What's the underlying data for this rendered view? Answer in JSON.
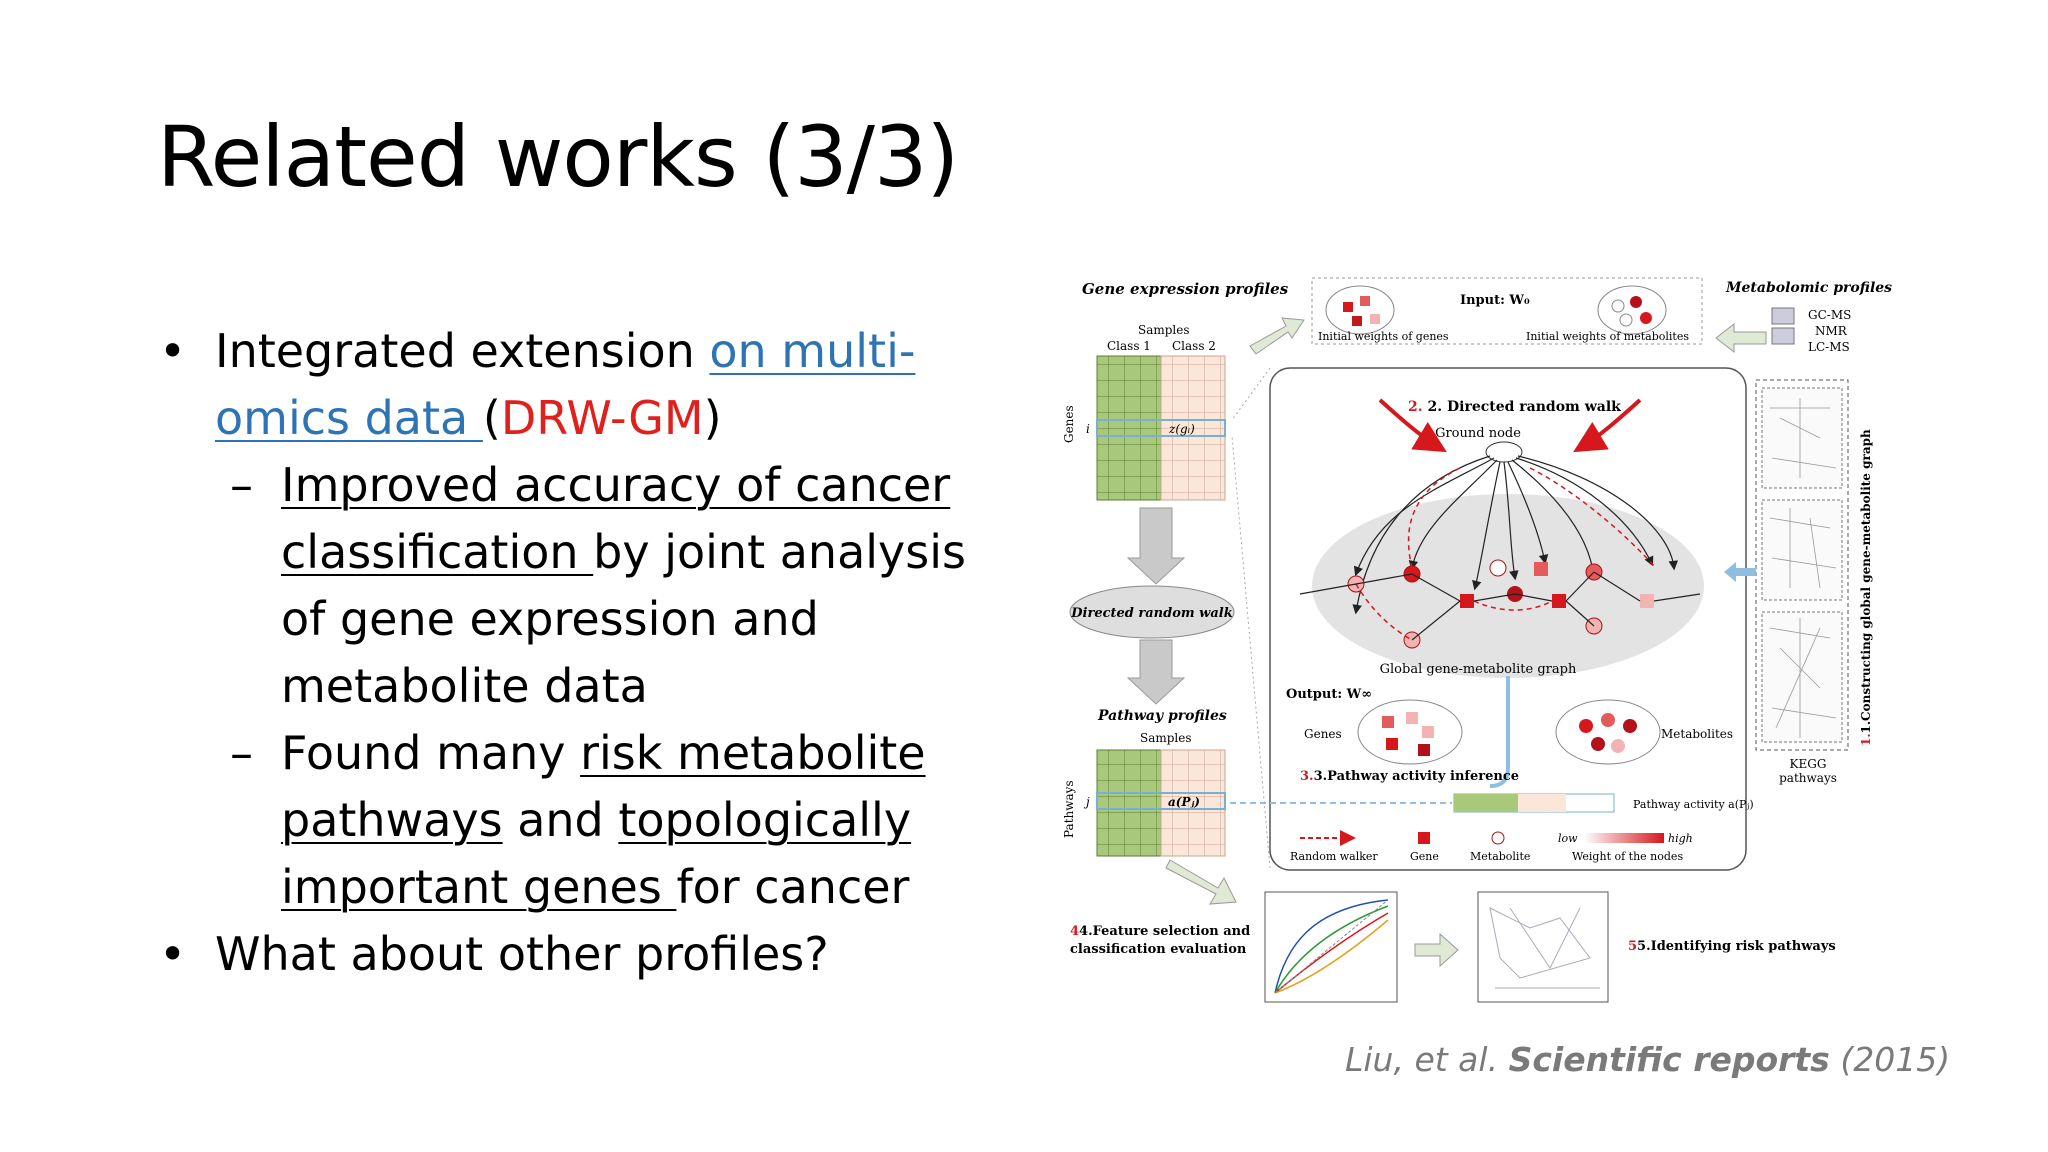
{
  "slide": {
    "title": "Related works (3/3)",
    "bullets": {
      "b1_prefix": "Integrated extension ",
      "b1_link_line1": "on multi-",
      "b1_link_line2": "omics data ",
      "b1_paren_open": "(",
      "b1_method": "DRW-GM",
      "b1_paren_close": ")",
      "sub1_underlined_1": "Improved accuracy of cancer",
      "sub1_underlined_2": "classification ",
      "sub1_rest_1": "by joint analysis",
      "sub1_rest_2": "of gene expression and",
      "sub1_rest_3": "metabolite data",
      "sub2_prefix": "Found many ",
      "sub2_ul_1": "risk metabolite",
      "sub2_ul_2": "pathways",
      "sub2_mid": " and ",
      "sub2_ul_3": "topologically",
      "sub2_ul_4": "important genes ",
      "sub2_rest": "for cancer",
      "b2": "What about other profiles?"
    },
    "citation": {
      "authors": "Liu, et al. ",
      "journal": "Scientific reports",
      "year": " (2015)"
    }
  },
  "figure": {
    "gene_expression_profiles": "Gene expression profiles",
    "samples": "Samples",
    "class1": "Class 1",
    "class2": "Class 2",
    "genes_axis": "Genes",
    "i_label": "i",
    "zg_label": "z(gᵢ)",
    "input_label": "Input: W₀",
    "initial_weights_genes": "Initial weights of genes",
    "initial_weights_metabolites": "Initial weights of metabolites",
    "metabolomic_profiles": "Metabolomic profiles",
    "gc_ms": "GC-MS",
    "nmr": "NMR",
    "lc_ms": "LC-MS",
    "step2": "2. Directed random walk",
    "ground_node": "Ground node",
    "global_graph": "Global gene-metabolite graph",
    "directed_random_walk": "Directed random walk",
    "output_label": "Output: W∞",
    "genes": "Genes",
    "metabolites": "Metabolites",
    "pathway_profiles": "Pathway profiles",
    "samples2": "Samples",
    "pathways_axis": "Pathways",
    "j_label": "j",
    "ap_label": "a(Pⱼ)",
    "step3": "3.Pathway activity inference",
    "pathway_activity": "Pathway activity a(Pⱼ)",
    "low": "low",
    "high": "high",
    "legend_random_walker": "Random walker",
    "legend_gene": "Gene",
    "legend_metabolite": "Metabolite",
    "legend_weight": "Weight of the nodes",
    "step1": "1.Constructing global gene-metabolite graph",
    "kegg": "KEGG",
    "kegg2": "pathways",
    "step4a": "4.Feature selection and",
    "step4b": "classification evaluation",
    "step5": "5.Identifying risk pathways",
    "colors": {
      "accent_red": "#d6171c",
      "green": "#a9c97a",
      "pink": "#f8ddd0",
      "blue": "#8fbfe0"
    }
  }
}
